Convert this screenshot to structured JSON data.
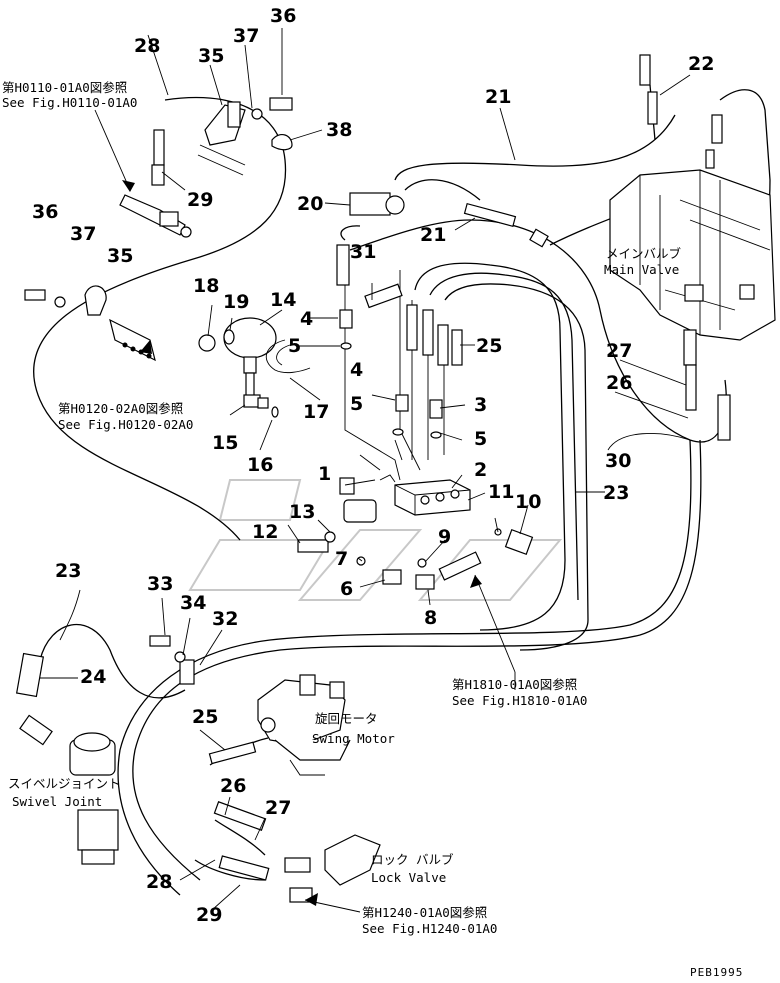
{
  "labels": {
    "n1": "1",
    "n2": "2",
    "n3": "3",
    "n4a": "4",
    "n4b": "4",
    "n5a": "5",
    "n5b": "5",
    "n5c": "5",
    "n6": "6",
    "n7": "7",
    "n8": "8",
    "n9": "9",
    "n10": "10",
    "n11": "11",
    "n12": "12",
    "n13": "13",
    "n14": "14",
    "n15": "15",
    "n16": "16",
    "n17": "17",
    "n18": "18",
    "n19": "19",
    "n20": "20",
    "n21a": "21",
    "n21b": "21",
    "n22": "22",
    "n23a": "23",
    "n23b": "23",
    "n24": "24",
    "n25a": "25",
    "n25b": "25",
    "n26a": "26",
    "n26b": "26",
    "n27a": "27",
    "n27b": "27",
    "n28a": "28",
    "n28b": "28",
    "n29a": "29",
    "n29b": "29",
    "n30": "30",
    "n31": "31",
    "n32": "32",
    "n33": "33",
    "n34": "34",
    "n35a": "35",
    "n35b": "35",
    "n36a": "36",
    "n36b": "36",
    "n37a": "37",
    "n37b": "37",
    "n38": "38"
  },
  "refs": {
    "h0110_jp": "第H0110-01A0図参照",
    "h0110_en": "See Fig.H0110-01A0",
    "h0120_jp": "第H0120-02A0図参照",
    "h0120_en": "See Fig.H0120-02A0",
    "h1810_jp": "第H1810-01A0図参照",
    "h1810_en": "See Fig.H1810-01A0",
    "h1240_jp": "第H1240-01A0図参照",
    "h1240_en": "See Fig.H1240-01A0"
  },
  "components": {
    "main_valve_jp": "メインバルブ",
    "main_valve_en": "Main Valve",
    "swing_motor_jp": "旋回モータ",
    "swing_motor_en": "Swing Motor",
    "swivel_joint_jp": "スイベルジョイント",
    "swivel_joint_en": "Swivel Joint",
    "lock_valve_jp": "ロック バルブ",
    "lock_valve_en": "Lock Valve"
  },
  "drawing_code": "PEB1995"
}
